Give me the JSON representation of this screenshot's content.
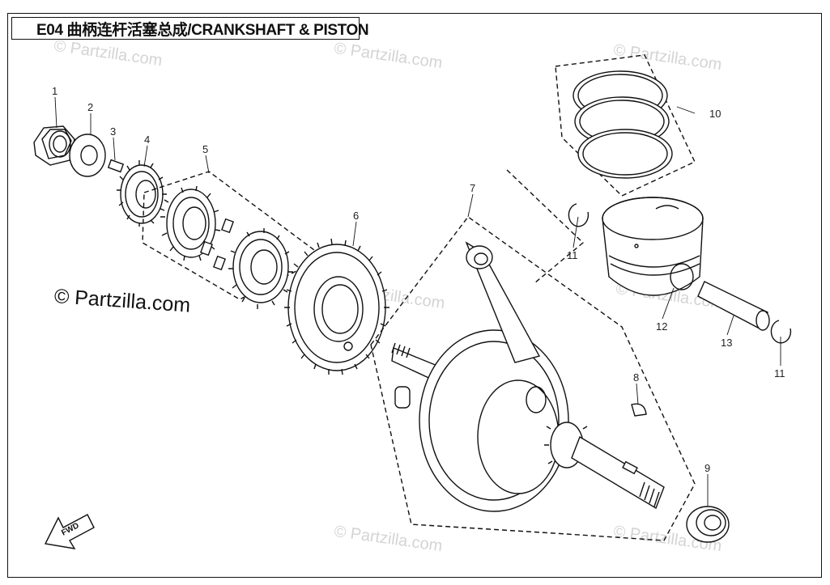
{
  "title": "E04 曲柄连杆活塞总成/CRANKSHAFT & PISTON",
  "watermark": {
    "main": "© Partzilla.com",
    "faint": "© Partzilla.com"
  },
  "fwd_label": "FWD",
  "callouts": [
    "1",
    "2",
    "3",
    "4",
    "5",
    "6",
    "7",
    "8",
    "9",
    "10",
    "11",
    "11",
    "12",
    "13"
  ],
  "colors": {
    "line": "#111111",
    "watermark": "#d4d4d4",
    "background": "#ffffff"
  }
}
